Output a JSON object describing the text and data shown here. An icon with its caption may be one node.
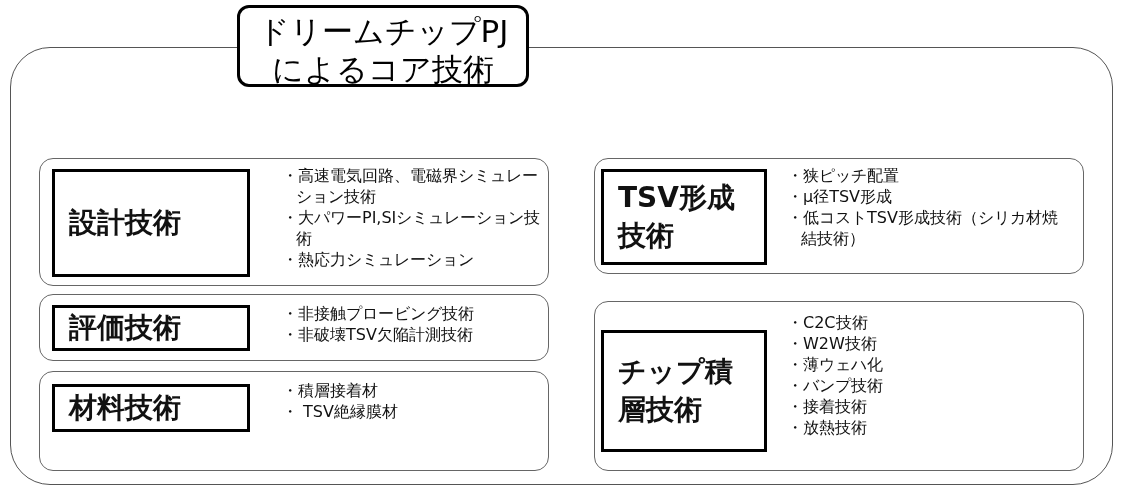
{
  "diagram": {
    "nodes": [
      {
        "text": [
          "ドリームチップPJによるコア技術"
        ]
      },
      {
        "text": [],
        "shape": "box"
      },
      {
        "text": [
          "・高速電気回路、電磁界シミュレーション技術",
          "・大パワーPI,SIシミュレーション技術",
          "・熱応力シミュレーション"
        ],
        "in": 1
      },
      {
        "text": [
          "設計技術"
        ],
        "in": 2
      },
      {
        "text": [
          "・狭ピッチ配置",
          "・μ径TSV形成",
          "・低コストTSV形成技術（シリカ材焼結技術）"
        ],
        "in": 1
      },
      {
        "text": [
          "TSV形成技術"
        ],
        "in": 4
      },
      {
        "text": [
          "・非接触プロービング技術",
          "・非破壊TSV欠陥計測技術"
        ],
        "in": 1
      },
      {
        "text": [
          "評価技術"
        ],
        "in": 6
      },
      {
        "text": [
          "・C2C技術",
          "・W2W技術",
          "・薄ウェハ化",
          "・バンプ技術",
          "・接着技術",
          "・放熱技術"
        ],
        "in": 1
      },
      {
        "text": [
          "チップ積層技術"
        ],
        "in": 8
      },
      {
        "text": [
          "・積層接着材",
          "・ TSV絶縁膜材"
        ],
        "in": 1
      },
      {
        "text": [
          "材料技術"
        ],
        "in": 10
      }
    ],
    "edges": []
  }
}
